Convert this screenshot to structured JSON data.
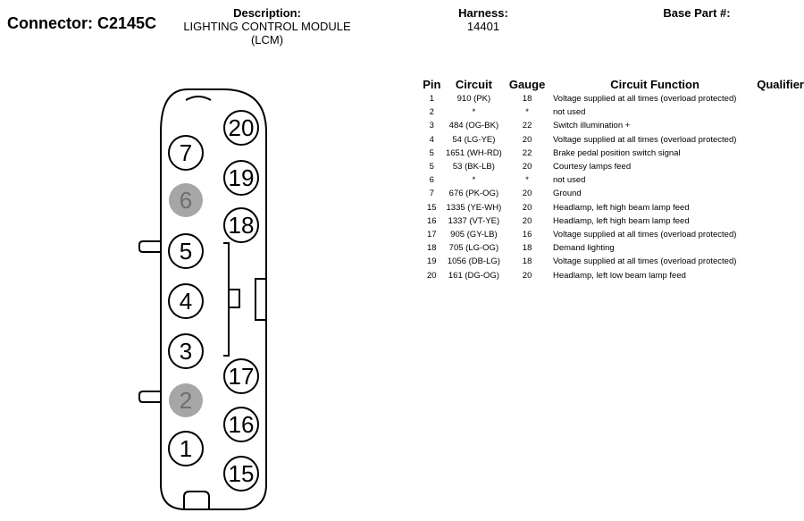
{
  "header": {
    "connector_label": "Connector: C2145C",
    "description_label": "Description:",
    "description_line1": "LIGHTING CONTROL MODULE",
    "description_line2": "(LCM)",
    "harness_label": "Harness:",
    "harness_value": "14401",
    "base_part_label": "Base Part #:",
    "base_part_value": ""
  },
  "colors": {
    "line": "#000000",
    "unused_cavity": "#a6a6a6",
    "background": "#ffffff"
  },
  "diagram": {
    "cavities": [
      {
        "number": "20",
        "used": true
      },
      {
        "number": "7",
        "used": true
      },
      {
        "number": "19",
        "used": true
      },
      {
        "number": "6",
        "used": false
      },
      {
        "number": "18",
        "used": true
      },
      {
        "number": "5",
        "used": true
      },
      {
        "number": "4",
        "used": true
      },
      {
        "number": "3",
        "used": true
      },
      {
        "number": "17",
        "used": true
      },
      {
        "number": "2",
        "used": false
      },
      {
        "number": "16",
        "used": true
      },
      {
        "number": "1",
        "used": true
      },
      {
        "number": "15",
        "used": true
      }
    ]
  },
  "table": {
    "headers": [
      "Pin",
      "Circuit",
      "Gauge",
      "Circuit Function",
      "Qualifier"
    ],
    "rows": [
      {
        "pin": "1",
        "circuit": "910 (PK)",
        "gauge": "18",
        "function": "Voltage supplied at all times (overload protected)",
        "qualifier": ""
      },
      {
        "pin": "2",
        "circuit": "*",
        "gauge": "*",
        "function": "not used",
        "qualifier": ""
      },
      {
        "pin": "3",
        "circuit": "484 (OG-BK)",
        "gauge": "22",
        "function": "Switch illumination +",
        "qualifier": ""
      },
      {
        "pin": "4",
        "circuit": "54 (LG-YE)",
        "gauge": "20",
        "function": "Voltage supplied at all times (overload protected)",
        "qualifier": ""
      },
      {
        "pin": "5",
        "circuit": "1651 (WH-RD)",
        "gauge": "22",
        "function": "Brake pedal position switch signal",
        "qualifier": ""
      },
      {
        "pin": "5",
        "circuit": "53 (BK-LB)",
        "gauge": "20",
        "function": "Courtesy lamps feed",
        "qualifier": ""
      },
      {
        "pin": "6",
        "circuit": "*",
        "gauge": "*",
        "function": "not used",
        "qualifier": ""
      },
      {
        "pin": "7",
        "circuit": "676 (PK-OG)",
        "gauge": "20",
        "function": "Ground",
        "qualifier": ""
      },
      {
        "pin": "15",
        "circuit": "1335 (YE-WH)",
        "gauge": "20",
        "function": "Headlamp, left high beam lamp feed",
        "qualifier": ""
      },
      {
        "pin": "16",
        "circuit": "1337 (VT-YE)",
        "gauge": "20",
        "function": "Headlamp, left high beam lamp feed",
        "qualifier": ""
      },
      {
        "pin": "17",
        "circuit": "905 (GY-LB)",
        "gauge": "16",
        "function": "Voltage supplied at all times (overload protected)",
        "qualifier": ""
      },
      {
        "pin": "18",
        "circuit": "705 (LG-OG)",
        "gauge": "18",
        "function": "Demand lighting",
        "qualifier": ""
      },
      {
        "pin": "19",
        "circuit": "1056 (DB-LG)",
        "gauge": "18",
        "function": "Voltage supplied at all times (overload protected)",
        "qualifier": ""
      },
      {
        "pin": "20",
        "circuit": "161 (DG-OG)",
        "gauge": "20",
        "function": "Headlamp, left low beam lamp feed",
        "qualifier": ""
      }
    ]
  }
}
